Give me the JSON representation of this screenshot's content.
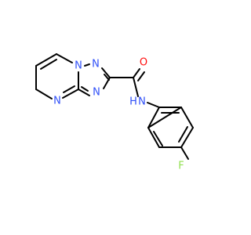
{
  "molecule": {
    "atoms": {
      "n1": "N",
      "n2": "N",
      "n3": "N",
      "n4": "N",
      "o1": "O",
      "nh": "N",
      "h1": "H",
      "f1": "F"
    }
  },
  "colors": {
    "bond": "#000000",
    "nitrogen": "#3050F8",
    "oxygen": "#FF0D0D",
    "fluorine": "#90E050"
  }
}
